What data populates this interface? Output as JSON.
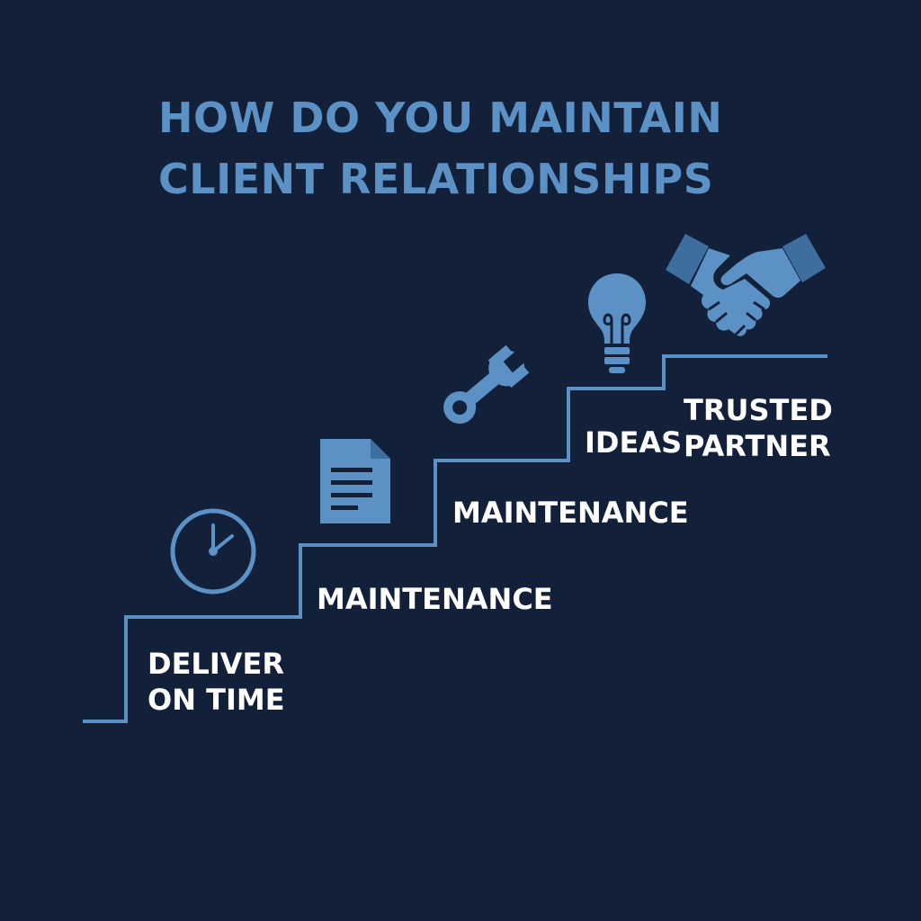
{
  "title": {
    "line1": "HOW DO YOU MAINTAIN",
    "line2": "CLIENT RELATIONSHIPS"
  },
  "steps": [
    {
      "label_line1": "DELIVER",
      "label_line2": "ON TIME",
      "icon": "clock-icon"
    },
    {
      "label": "MAINTENANCE",
      "icon": "document-icon"
    },
    {
      "label": "MAINTENANCE",
      "icon": "wrench-icon"
    },
    {
      "label": "IDEAS",
      "icon": "lightbulb-icon"
    },
    {
      "label_line1": "TRUSTED",
      "label_line2": "PARTNER",
      "icon": "handshake-icon"
    }
  ],
  "colors": {
    "background": "#13203a",
    "accent": "#5b91c4",
    "text": "#ffffff"
  }
}
